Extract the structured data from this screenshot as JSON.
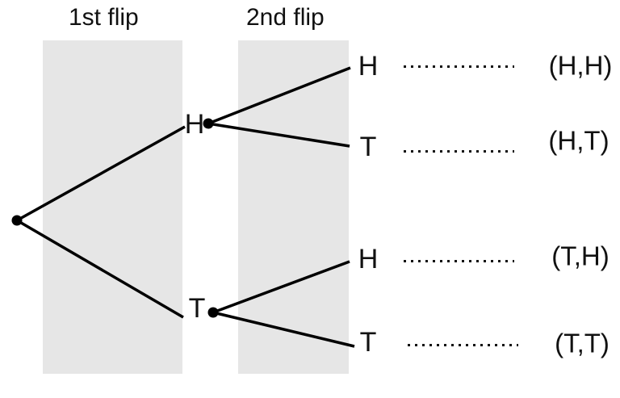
{
  "page": {
    "background_color": "#ffffff",
    "band_color": "#e6e6e6",
    "line_color": "#000000",
    "text_color": "#111111",
    "stage_headers": [
      {
        "label": "1st flip"
      },
      {
        "label": "2nd flip"
      }
    ],
    "tree": {
      "first_flip_nodes": [
        {
          "label": "H"
        },
        {
          "label": "T"
        }
      ],
      "second_flip_outcomes": [
        {
          "letter": "H",
          "tuple": "(H,H)"
        },
        {
          "letter": "T",
          "tuple": "(H,T)"
        },
        {
          "letter": "H",
          "tuple": "(T,H)"
        },
        {
          "letter": "T",
          "tuple": "(T,T)"
        }
      ]
    }
  }
}
